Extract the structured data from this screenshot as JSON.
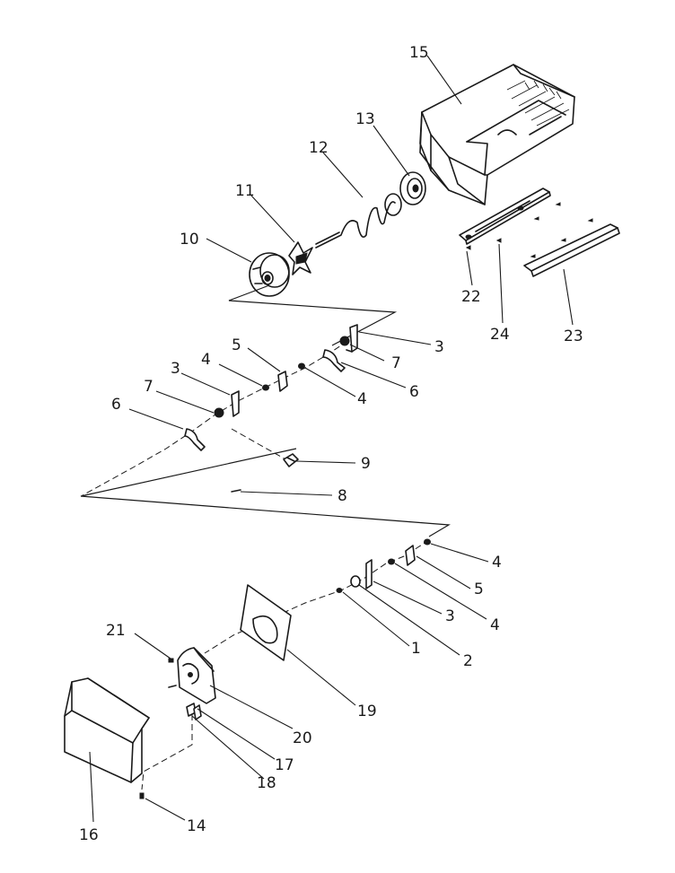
{
  "labels": {
    "l15": "15",
    "l13": "13",
    "l12": "12",
    "l11": "11",
    "l10": "10",
    "l22": "22",
    "l24": "24",
    "l23": "23",
    "l3a": "3",
    "l7a": "7",
    "l6a": "6",
    "l4a": "4",
    "l5a": "5",
    "l4b": "4",
    "l3b": "3",
    "l7b": "7",
    "l6b": "6",
    "l9": "9",
    "l8": "8",
    "l4c": "4",
    "l5b": "5",
    "l3c": "3",
    "l4d": "4",
    "l1": "1",
    "l2": "2",
    "l21": "21",
    "l19": "19",
    "l20": "20",
    "l17": "17",
    "l18": "18",
    "l16": "16",
    "l14": "14"
  }
}
